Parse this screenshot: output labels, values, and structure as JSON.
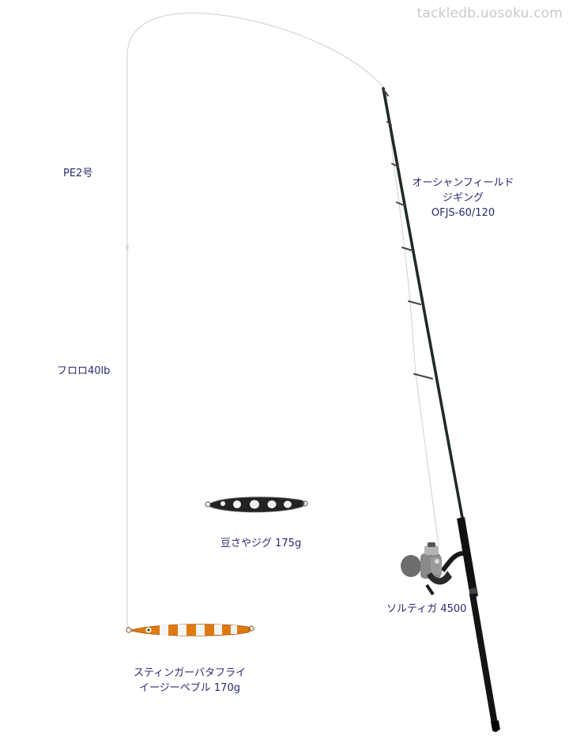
{
  "watermark": "tackledb.uosoku.com",
  "labels": {
    "main_line": "PE2号",
    "leader": "フロロ40lb",
    "rod_line1": "オーシャンフィールド",
    "rod_line2": "ジギング",
    "rod_line3": "OFJS-60/120",
    "reel": "ソルティガ 4500",
    "jig1": "豆さやジグ 175g",
    "jig2_line1": "スティンガーバタフライ",
    "jig2_line2": "イージーペブル 170g"
  },
  "colors": {
    "text": "#2a2a6e",
    "line": "#c8c8c8",
    "rod": "#161616",
    "jig2_orange": "#e07a10",
    "jig1_black": "#1f1f1f"
  }
}
